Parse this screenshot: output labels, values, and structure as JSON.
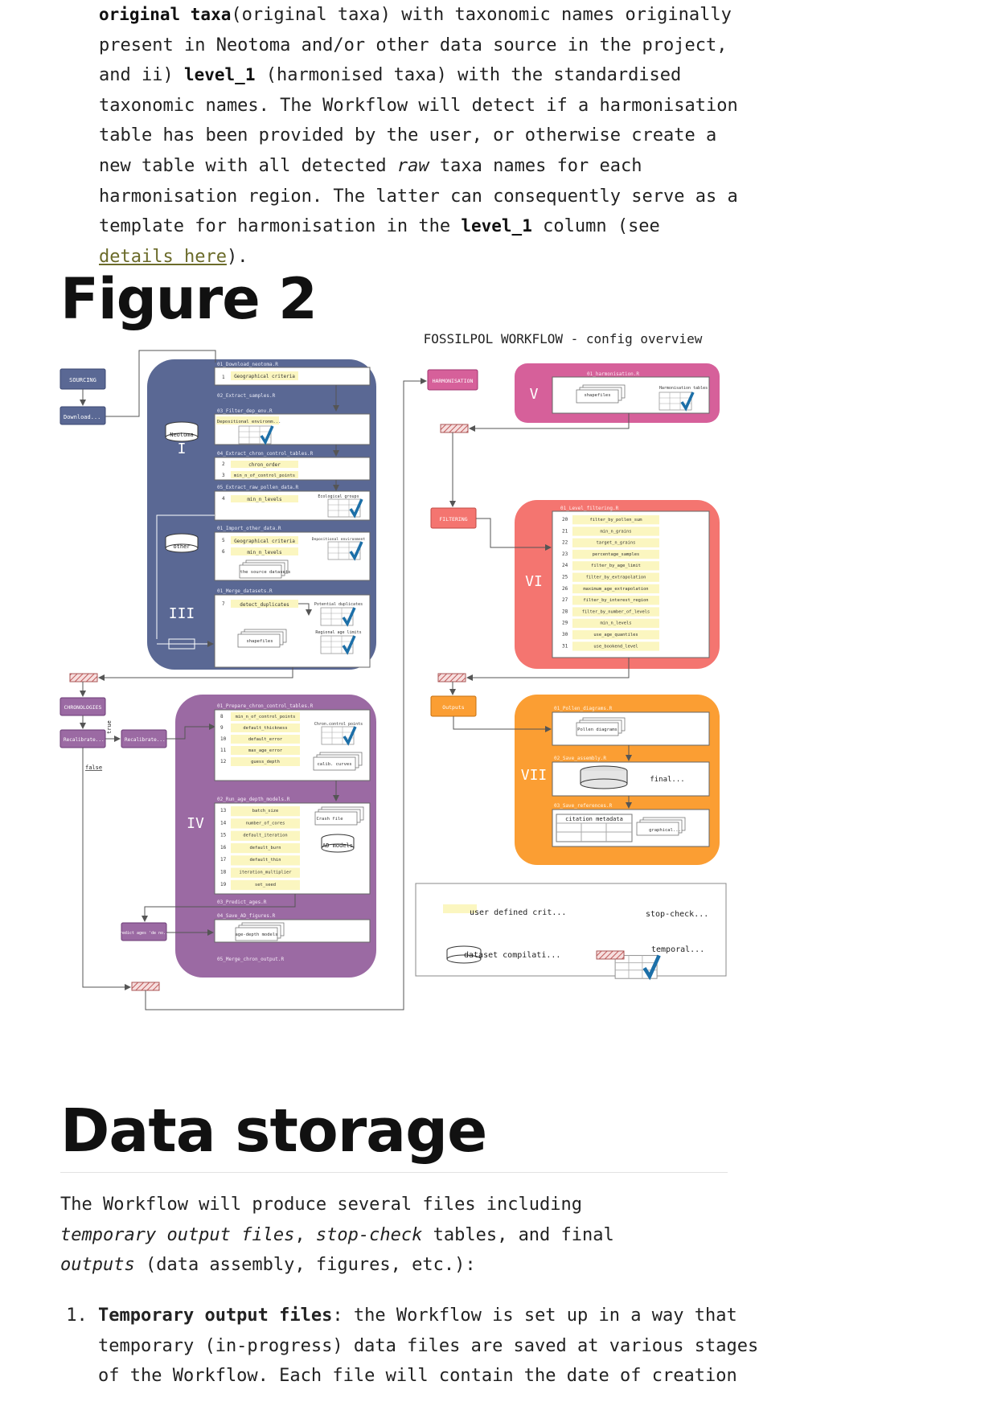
{
  "intro": {
    "code1": "original taxa",
    "t1": "(original taxa) with taxonomic names originally present in Neotoma and/or other data source in the project, and ii) ",
    "code2": "level_1",
    "t2": " (harmonised taxa) with the standardised taxonomic names. The Workflow will detect if a harmonisation table has been provided by the user, or otherwise create a new table with all detected ",
    "em1": "raw",
    "t3": " taxa names for each harmonisation region. The latter can consequently serve as a template for harmonisation in the ",
    "code3": "level_1",
    "t4": " column (see ",
    "link": "details here",
    "t5": ")."
  },
  "figure": {
    "heading": "Figure 2",
    "title": "FOSSILPOL WORKFLOW - config overview",
    "left": {
      "sourcing": "SOURCING",
      "download": "Download...",
      "neotoma": "Neotoma",
      "other": "other",
      "roman_1": "I",
      "roman_3": "III",
      "script_01": "01_Download_neotoma.R",
      "script_02": "02_Extract_samples.R",
      "script_03": "03_Filter_dep_env.R",
      "script_04": "04_Extract_chron_control_tables.R",
      "script_05": "05_Extract_raw_pollen_data.R",
      "script_imp": "01_Import_other_data.R",
      "script_merge": "01_Merge_datasets.R",
      "crit_geo": "Geographical criteria",
      "crit_depenv": "Depositional environm...",
      "crit_chron": "chron_order",
      "crit_minctrl": "min_n_of_control_points",
      "crit_minlev": "min_n_levels",
      "crit_geo2": "Geographical criteria",
      "crit_minlev2": "min_n_levels",
      "crit_detect": "detect_duplicates",
      "tbl_eco": "Ecological groups",
      "tbl_dep": "Depositional environment",
      "tbl_dup": "Potential duplicates",
      "tbl_reg": "Regional age limits",
      "file_src": "the source datasets",
      "file_shp": "shapefiles",
      "n1": "1",
      "n2": "2",
      "n3": "3",
      "n4": "4",
      "n5": "5",
      "n6": "6",
      "n7": "7"
    },
    "chron": {
      "label": "CHRONOLOGIES",
      "recal1": "Recalibrate...",
      "recal2": "Recalibrate...",
      "true_lbl": "true",
      "false_lbl": "false",
      "predict": "predict ages 'de no...",
      "roman": "IV",
      "script_01": "01_Prepare_chron_control_tables.R",
      "script_02": "02_Run_age_depth_models.R",
      "script_03": "03_Predict_ages.R",
      "script_04": "04_Save_AD_figures.R",
      "script_05": "05_Merge_chron_output.R",
      "crit": [
        {
          "n": "8",
          "t": "min_n_of_control_points"
        },
        {
          "n": "9",
          "t": "default_thickness"
        },
        {
          "n": "10",
          "t": "default_error"
        },
        {
          "n": "11",
          "t": "max_age_error"
        },
        {
          "n": "12",
          "t": "guess_depth"
        }
      ],
      "crit2": [
        {
          "n": "13",
          "t": "batch_size"
        },
        {
          "n": "14",
          "t": "number_of_cores"
        },
        {
          "n": "15",
          "t": "default_iteration"
        },
        {
          "n": "16",
          "t": "default_burn"
        },
        {
          "n": "17",
          "t": "default_thin"
        },
        {
          "n": "18",
          "t": "iteration_multiplier"
        },
        {
          "n": "19",
          "t": "set_seed"
        }
      ],
      "tbl_ctrl": "Chron.control points",
      "file_calib": "calib. curves",
      "file_crash": "Crash file",
      "db_ad": "AD models",
      "file_adfig": "age-depth models"
    },
    "harm": {
      "label": "HARMONISATION",
      "roman": "V",
      "script": "01_harmonisation.R",
      "shapefiles": "shapefiles",
      "tables": "Harmonisation tables"
    },
    "filt": {
      "label": "FILTERING",
      "roman": "VI",
      "script": "01_Level_filtering.R",
      "crit": [
        {
          "n": "20",
          "t": "filter_by_pollen_sum"
        },
        {
          "n": "21",
          "t": "min_n_grains"
        },
        {
          "n": "22",
          "t": "target_n_grains"
        },
        {
          "n": "23",
          "t": "percentage_samples"
        },
        {
          "n": "24",
          "t": "filter_by_age_limit"
        },
        {
          "n": "25",
          "t": "filter_by_extrapolation"
        },
        {
          "n": "26",
          "t": "maximum_age_extrapolation"
        },
        {
          "n": "27",
          "t": "filter_by_interest_region"
        },
        {
          "n": "28",
          "t": "filter_by_number_of_levels"
        },
        {
          "n": "29",
          "t": "min_n_levels"
        },
        {
          "n": "30",
          "t": "use_age_quantiles"
        },
        {
          "n": "31",
          "t": "use_bookend_level"
        }
      ]
    },
    "out": {
      "label": "Outputs",
      "roman": "VII",
      "script_01": "01_Pollen_diagrams.R",
      "script_02": "02_Save_assembly.R",
      "script_03": "03_Save_references.R",
      "pollen": "Pollen diagrams",
      "final": "final...",
      "citation": "citation metadata",
      "graphical": "graphical..."
    },
    "legend": {
      "user": "user defined crit...",
      "stop": "stop-check...",
      "dataset": "dataset compilati...",
      "temporal": "temporal..."
    }
  },
  "storage": {
    "heading": "Data storage",
    "p1": "The Workflow will produce several files including ",
    "em1": "temporary output files",
    "p2": ", ",
    "em2": "stop-check",
    "p3": " tables, and final ",
    "em3": "outputs",
    "p4": " (data assembly, figures, etc.):",
    "li1_strong": "Temporary output files",
    "li1_text": ": the Workflow is set up in a way that temporary (in-progress) data files are saved at various stages of the Workflow. Each file will contain the date of creation"
  },
  "colors": {
    "slate": "#5a6894",
    "purple": "#9b6aa3",
    "magenta": "#d6609a",
    "coral": "#f47570",
    "orange": "#fb9e33",
    "crit": "#fbf6c0",
    "check": "#1c6fa8"
  }
}
